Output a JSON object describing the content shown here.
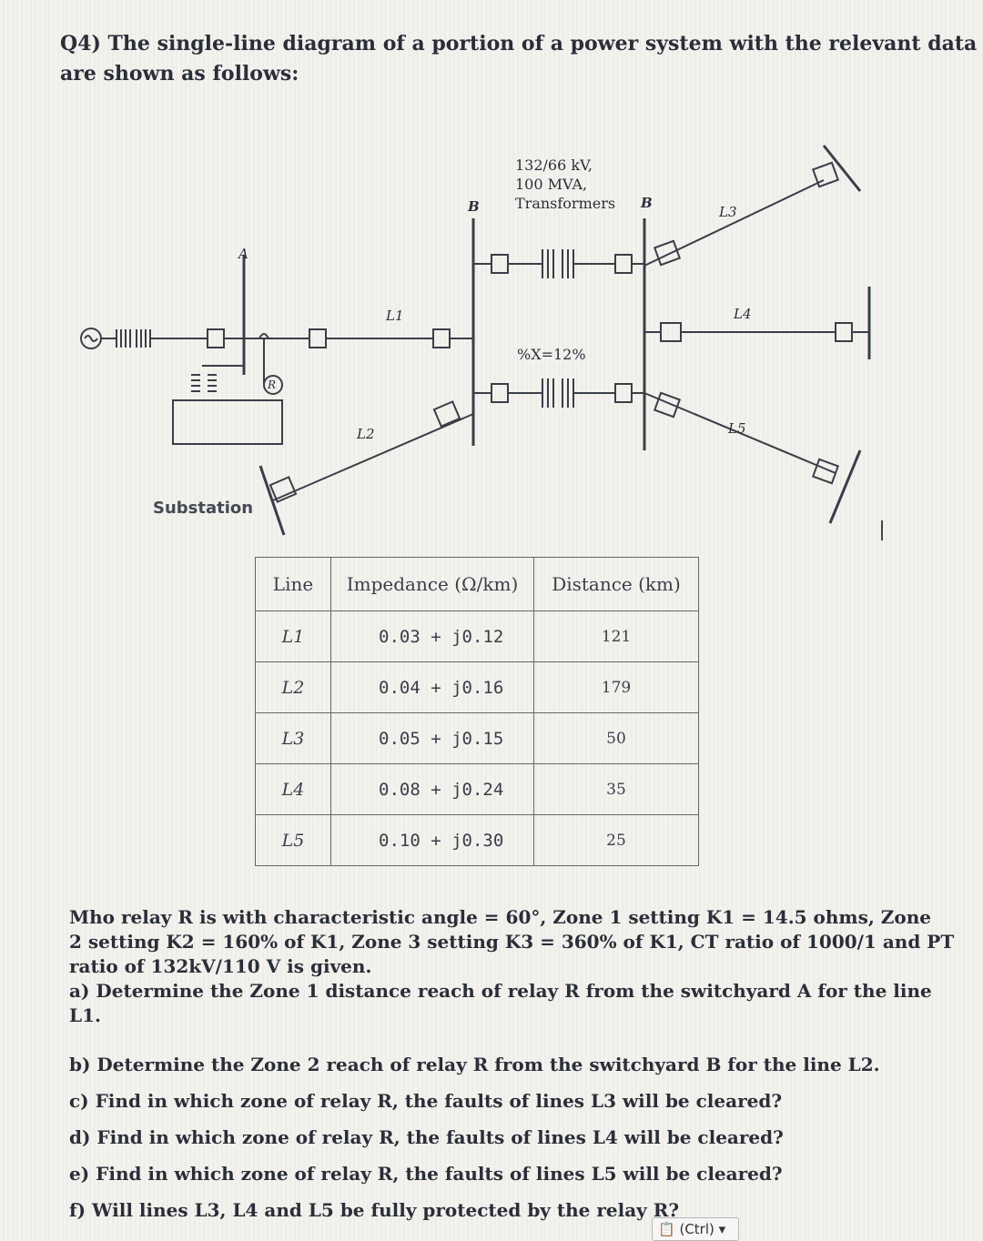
{
  "question": {
    "title_lines": [
      "Q4) The single-line diagram of a portion of a power system with the relevant data",
      "are shown as follows:"
    ]
  },
  "diagram": {
    "labels": {
      "switchyard_a": "A",
      "relay": "R",
      "substation": "Substation",
      "line_l1": "L1",
      "line_l2": "L2",
      "bus_b_left": "B",
      "bus_b_right": "B",
      "transformer_rating_1": "132/66 kV,",
      "transformer_rating_2": "100 MVA,",
      "transformer_rating_3": "Transformers",
      "transformer_reactance": "%X=12%",
      "line_l3": "L3",
      "line_l4": "L4",
      "line_l5": "L5"
    }
  },
  "table": {
    "headers": [
      "Line",
      "Impedance (Ω/km)",
      "Distance (km)"
    ],
    "rows": [
      {
        "line": "L1",
        "impedance": "0.03 + j0.12",
        "distance": "121"
      },
      {
        "line": "L2",
        "impedance": "0.04 + j0.16",
        "distance": "179"
      },
      {
        "line": "L3",
        "impedance": "0.05 + j0.15",
        "distance": "50"
      },
      {
        "line": "L4",
        "impedance": "0.08 + j0.24",
        "distance": "35"
      },
      {
        "line": "L5",
        "impedance": "0.10 + j0.30",
        "distance": "25"
      }
    ]
  },
  "problem": {
    "lines": [
      "Mho relay R is with characteristic angle = 60°, Zone 1 setting K1 = 14.5 ohms, Zone",
      "2 setting K2 = 160% of K1, Zone 3 setting K3 = 360% of K1, CT ratio of 1000/1 and PT",
      "ratio of 132kV/110 V is given."
    ],
    "questions": [
      "a) Determine the Zone 1 distance reach of relay R from the switchyard A for the line",
      "L1.",
      "b) Determine the Zone 2 reach of relay R from the switchyard B for the line L2.",
      "c) Find in which zone of relay R, the faults of lines L3 will be cleared?",
      "d) Find in which zone of relay R, the faults of lines L4 will be cleared?",
      "e) Find in which zone of relay R, the faults of lines L5 will be cleared?",
      "f) Will lines L3, L4 and L5 be fully protected by the relay R?"
    ]
  },
  "paste_options": {
    "label": "(Ctrl)",
    "icon": "clipboard-icon",
    "caret": "chevron-down-icon"
  }
}
